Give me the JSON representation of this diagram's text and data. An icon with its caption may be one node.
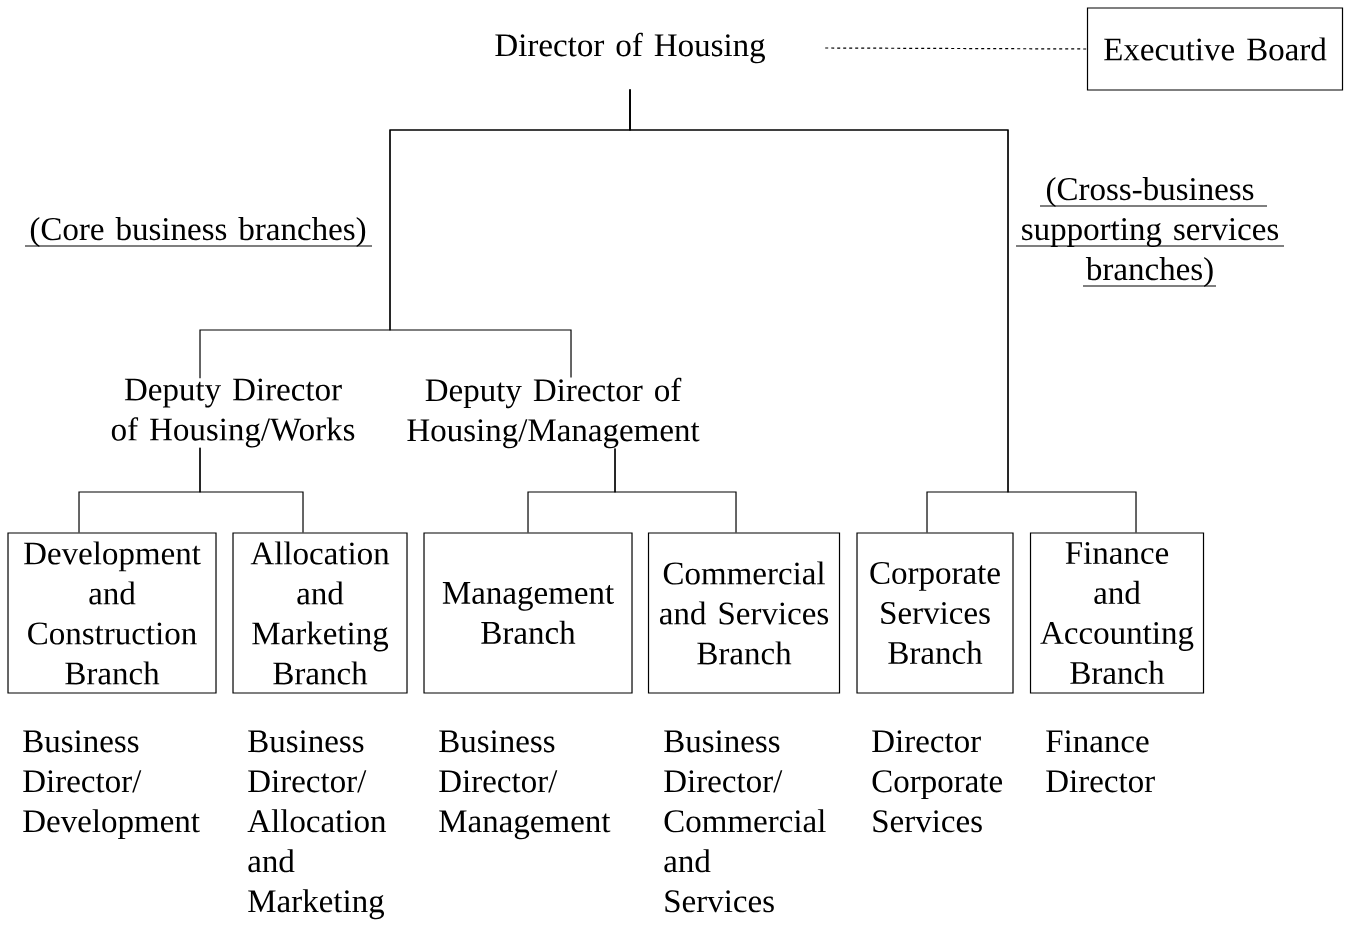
{
  "diagram": {
    "nodes": [
      {
        "text": [
          "Director of Housing"
        ]
      },
      {
        "text": [
          "Executive Board"
        ]
      },
      {
        "text": [
          "Deputy Director of Housing/Works"
        ]
      },
      {
        "text": [
          "Deputy Director of Housing/Management"
        ]
      },
      {
        "text": [
          "Development and Construction Branch"
        ],
        "beside": [
          "Business Director/ Development"
        ]
      },
      {
        "text": [
          "Allocation and Marketing Branch"
        ],
        "beside": [
          "Business Director/ Allocation and Marketing"
        ]
      },
      {
        "text": [
          "Management Branch"
        ],
        "beside": [
          "Business Director/ Management"
        ]
      },
      {
        "text": [
          "Commercial and Services Branch"
        ],
        "beside": [
          "Business Director/ Commercial and Services"
        ]
      },
      {
        "text": [
          "Corporate Services Branch"
        ],
        "beside": [
          "Director Corporate Services"
        ]
      },
      {
        "text": [
          "Finance and Accounting Branch"
        ],
        "beside": [
          "Finance Director"
        ]
      }
    ],
    "edges": [
      {
        "from": 0,
        "to": 1,
        "arrow": "none",
        "style": "dashed"
      },
      {
        "from": 0,
        "to": 2,
        "arrow": "none"
      },
      {
        "from": 0,
        "to": 3,
        "arrow": "none"
      },
      {
        "from": 0,
        "to": 8,
        "arrow": "none"
      },
      {
        "from": 0,
        "to": 9,
        "arrow": "none"
      },
      {
        "from": 2,
        "to": 4,
        "arrow": "none"
      },
      {
        "from": 2,
        "to": 5,
        "arrow": "none"
      },
      {
        "from": 3,
        "to": 6,
        "arrow": "none"
      },
      {
        "from": 3,
        "to": 7,
        "arrow": "none"
      }
    ],
    "labels": [
      "(Core business branches)",
      "(Cross-business supporting services branches)"
    ]
  }
}
